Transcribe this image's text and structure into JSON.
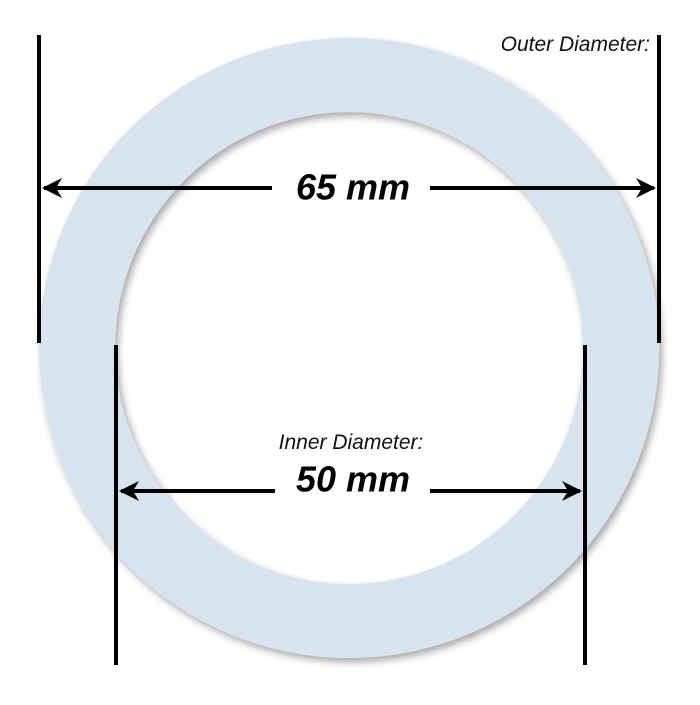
{
  "colors": {
    "ring_fill": "#d7e4ef",
    "ring_shadow": "#9aa6b0",
    "line": "#000000",
    "background": "#ffffff"
  },
  "outer": {
    "label": "Outer Diameter:",
    "value": "65 mm"
  },
  "inner": {
    "label": "Inner Diameter:",
    "value": "50 mm"
  }
}
